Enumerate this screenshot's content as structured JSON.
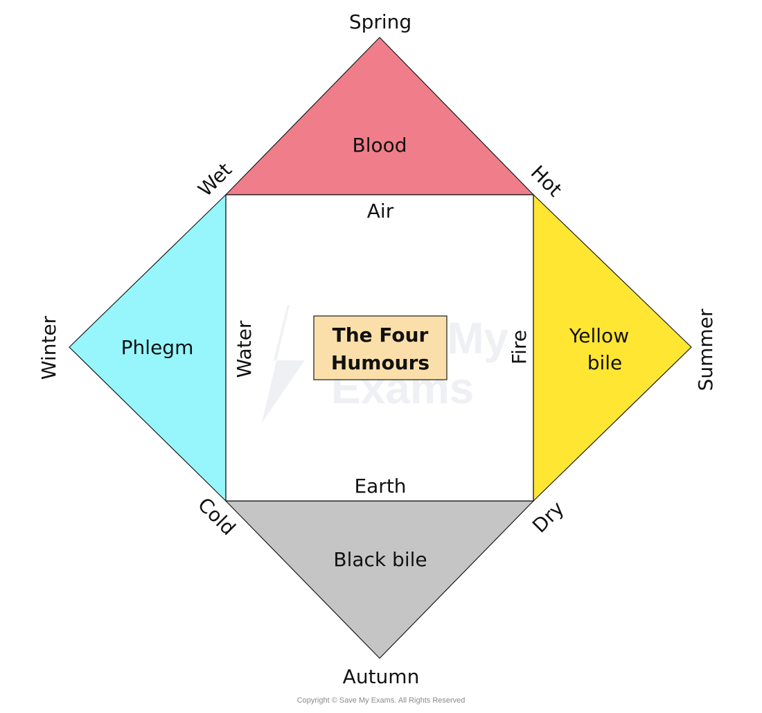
{
  "title": {
    "line1": "The Four",
    "line2": "Humours"
  },
  "humours": [
    {
      "name": "Blood",
      "element": "Air",
      "season": "Spring",
      "color": "#f07e8a"
    },
    {
      "name": "Phlegm",
      "element": "Water",
      "season": "Winter",
      "color": "#96f6fc"
    },
    {
      "name": "Yellow bile",
      "line1": "Yellow",
      "line2": "bile",
      "element": "Fire",
      "season": "Summer",
      "color": "#ffe633"
    },
    {
      "name": "Black bile",
      "element": "Earth",
      "season": "Autumn",
      "color": "#c5c5c5"
    }
  ],
  "qualities": {
    "wet": "Wet",
    "hot": "Hot",
    "cold": "Cold",
    "dry": "Dry"
  },
  "colors": {
    "title_box": "#fbdfaa",
    "stroke": "#1a1a1a"
  },
  "watermark": {
    "line1": "Save My",
    "line2": "Exams"
  },
  "copyright": "Copyright © Save My Exams. All Rights Reserved"
}
